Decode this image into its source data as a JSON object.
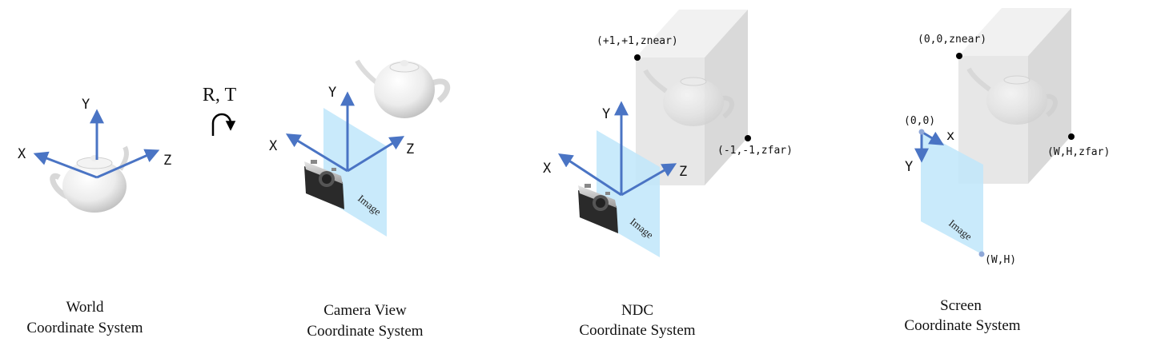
{
  "panels": {
    "world": {
      "caption_line1": "World",
      "caption_line2": "Coordinate System",
      "axes": {
        "x": "X",
        "y": "Y",
        "z": "Z"
      }
    },
    "transform": {
      "label": "R, T"
    },
    "camera": {
      "caption_line1": "Camera View",
      "caption_line2": "Coordinate System",
      "axes": {
        "x": "X",
        "y": "Y",
        "z": "Z"
      },
      "image_plane_label": "Image"
    },
    "ndc": {
      "caption_line1": "NDC",
      "caption_line2": "Coordinate System",
      "axes": {
        "x": "X",
        "y": "Y",
        "z": "Z"
      },
      "image_plane_label": "Image",
      "near_corner_label": "(+1,+1,znear)",
      "far_corner_label": "(-1,-1,zfar)"
    },
    "screen": {
      "caption_line1": "Screen",
      "caption_line2": "Coordinate System",
      "axes": {
        "x": "x",
        "y": "Y"
      },
      "image_plane_label": "Image",
      "origin_label": "(0,0)",
      "plane_corner_label": "(W,H)",
      "near_corner_label": "(0,0,znear)",
      "far_corner_label": "(W,H,zfar)"
    }
  },
  "colors": {
    "axis": "#4a74c4",
    "image_plane": "#bfe6fa",
    "box_front": "#e7e7e7",
    "box_top": "#f1f1f1",
    "box_side": "#d9d9d9",
    "corner_dot": "#000000",
    "screen_dot": "#8fa8d8"
  }
}
